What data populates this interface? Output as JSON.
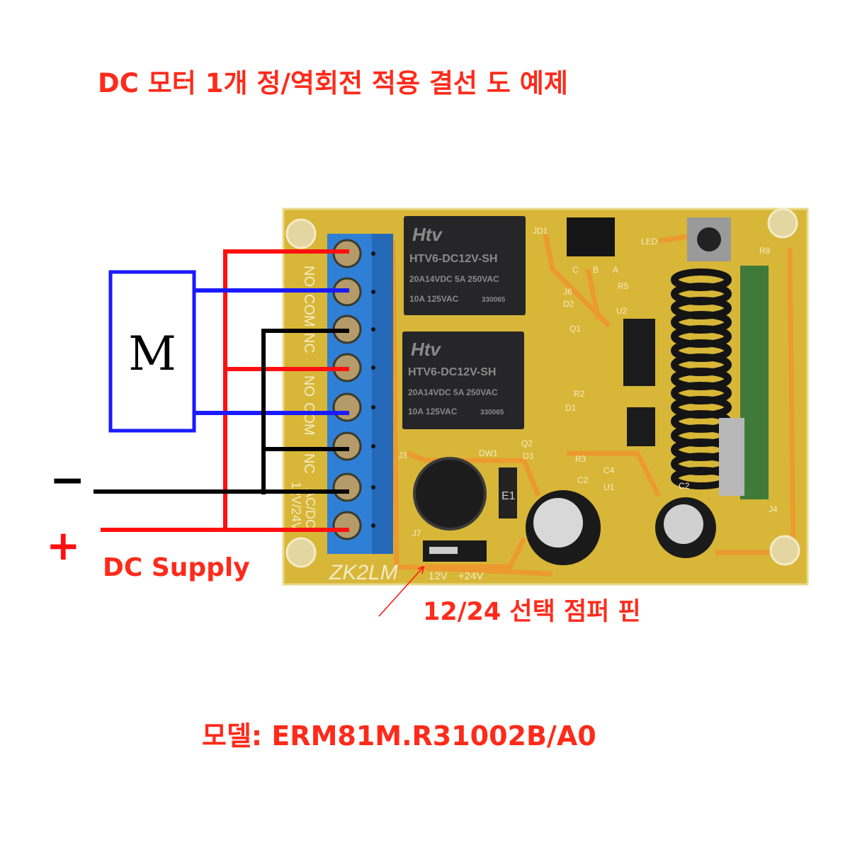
{
  "title": "DC 모터 1개  정/역회전 적용 결선 도 예제",
  "motor": {
    "label": "M"
  },
  "supply": {
    "minus": "−",
    "plus": "+",
    "label": "DC Supply"
  },
  "terminal_labels": [
    "NO",
    "COM",
    "NC",
    "NO",
    "COM",
    "NC",
    "AC/DC",
    "12V/24V"
  ],
  "relays": [
    {
      "brand": "Htv",
      "model": "HTV6-DC12V-SH",
      "rating1": "20A14VDC  5A 250VAC",
      "rating2": "10A 125VAC",
      "code": "330065"
    },
    {
      "brand": "Htv",
      "model": "HTV6-DC12V-SH",
      "rating1": "20A14VDC  5A 250VAC",
      "rating2": "10A 125VAC",
      "code": "330065"
    }
  ],
  "board": {
    "name": "ZK2LM",
    "jumper_12v": "12V",
    "jumper_24v": "+24V",
    "silkscreen": [
      "JD1",
      "J6",
      "D2",
      "Q1",
      "U2",
      "R2",
      "D1",
      "R3",
      "Q2",
      "D3",
      "DW1",
      "J7",
      "J3",
      "C4",
      "U1",
      "C2",
      "C2",
      "R5",
      "R8",
      "J4",
      "A",
      "B",
      "C",
      "LED"
    ],
    "diode": "E1"
  },
  "jumper_caption": "12/24 선택 점퍼 핀",
  "model": "모델: ERM81M.R31002B/A0",
  "colors": {
    "accent": "#ff2a1a",
    "board": "#d8b637",
    "terminal": "#2f7fd6",
    "wire_red": "#ff1010",
    "wire_blue": "#1a1aff",
    "wire_black": "#000000"
  }
}
